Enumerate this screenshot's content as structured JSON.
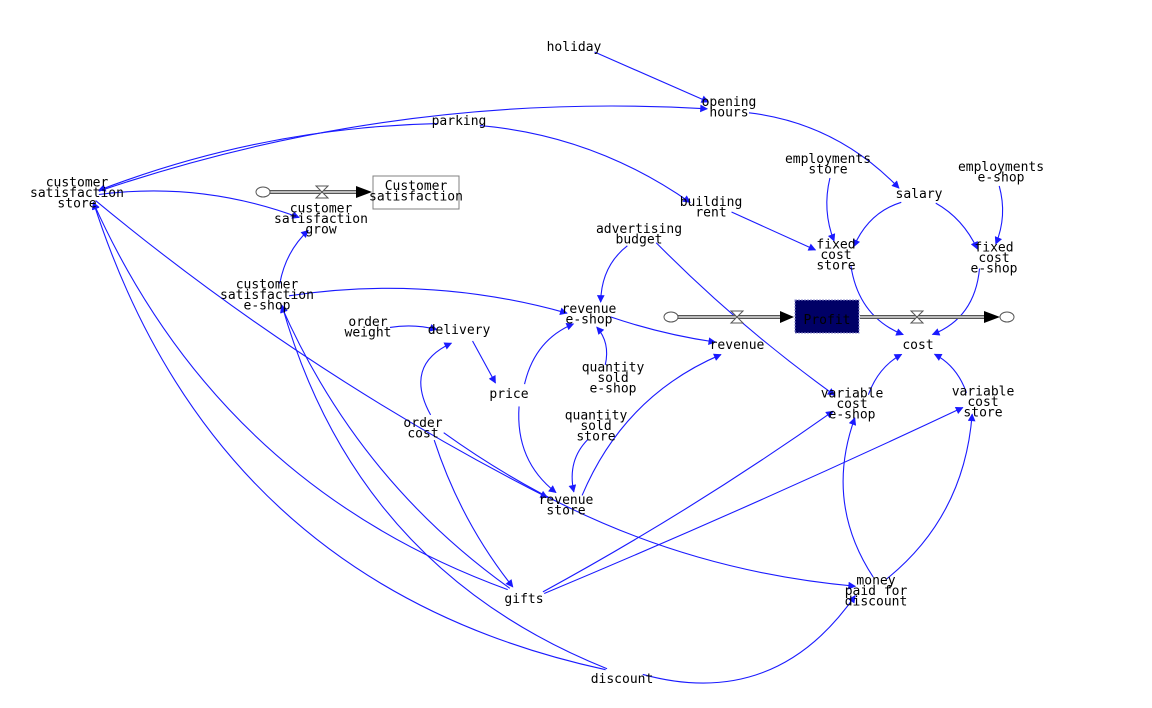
{
  "diagram": {
    "type": "stock-and-flow",
    "colors": {
      "link": "#1a1aff",
      "profit_fill": "#000066",
      "profit_text": "#ffff99",
      "stock_border": "#808080"
    },
    "stocks": [
      {
        "id": "customer_satisfaction",
        "label": "Customer\nsatisfaction"
      },
      {
        "id": "profit",
        "label": "Profit",
        "selected": true
      }
    ],
    "flows": [
      {
        "id": "cs_grow",
        "label": "customer\nsatisfaction\ngrow",
        "to": "customer_satisfaction"
      },
      {
        "id": "revenue",
        "label": "revenue",
        "to": "profit"
      },
      {
        "id": "cost",
        "label": "cost",
        "from": "profit"
      }
    ],
    "variables": [
      {
        "id": "holiday",
        "label": "holiday"
      },
      {
        "id": "opening_hours",
        "label": "opening\nhours"
      },
      {
        "id": "parking",
        "label": "parking"
      },
      {
        "id": "css_store",
        "label": "customer\nsatisfaction\nstore"
      },
      {
        "id": "css_eshop",
        "label": "customer\nsatisfaction\ne-shop"
      },
      {
        "id": "building_rent",
        "label": "building\nrent"
      },
      {
        "id": "employments_store",
        "label": "employments\nstore"
      },
      {
        "id": "salary",
        "label": "salary"
      },
      {
        "id": "employments_eshop",
        "label": "employments\ne-shop"
      },
      {
        "id": "advertising_budget",
        "label": "advertising\nbudget"
      },
      {
        "id": "fixed_cost_store",
        "label": "fixed\ncost\nstore"
      },
      {
        "id": "fixed_cost_eshop",
        "label": "fixed\ncost\ne-shop"
      },
      {
        "id": "order_weight",
        "label": "order\nweight"
      },
      {
        "id": "delivery",
        "label": "delivery"
      },
      {
        "id": "revenue_eshop",
        "label": "revenue\ne-shop"
      },
      {
        "id": "price",
        "label": "price"
      },
      {
        "id": "qty_eshop",
        "label": "quantity\nsold\ne-shop"
      },
      {
        "id": "qty_store",
        "label": "quantity\nsold\nstore"
      },
      {
        "id": "order_cost",
        "label": "order\ncost"
      },
      {
        "id": "revenue_store",
        "label": "revenue\nstore"
      },
      {
        "id": "var_cost_eshop",
        "label": "variable\ncost\ne-shop"
      },
      {
        "id": "var_cost_store",
        "label": "variable\ncost\nstore"
      },
      {
        "id": "gifts",
        "label": "gifts"
      },
      {
        "id": "money_discount",
        "label": "money\npaid for\ndiscount"
      },
      {
        "id": "discount",
        "label": "discount"
      }
    ],
    "links": [
      [
        "holiday",
        "opening_hours"
      ],
      [
        "css_store",
        "opening_hours"
      ],
      [
        "opening_hours",
        "salary"
      ],
      [
        "parking",
        "css_store"
      ],
      [
        "parking",
        "building_rent"
      ],
      [
        "css_store",
        "cs_grow"
      ],
      [
        "css_eshop",
        "cs_grow"
      ],
      [
        "css_eshop",
        "revenue_eshop"
      ],
      [
        "css_store",
        "revenue_store"
      ],
      [
        "building_rent",
        "fixed_cost_store"
      ],
      [
        "employments_store",
        "fixed_cost_store"
      ],
      [
        "salary",
        "fixed_cost_store"
      ],
      [
        "salary",
        "fixed_cost_eshop"
      ],
      [
        "employments_eshop",
        "fixed_cost_eshop"
      ],
      [
        "fixed_cost_store",
        "cost"
      ],
      [
        "fixed_cost_eshop",
        "cost"
      ],
      [
        "advertising_budget",
        "revenue_eshop"
      ],
      [
        "advertising_budget",
        "var_cost_eshop"
      ],
      [
        "order_weight",
        "delivery"
      ],
      [
        "order_cost",
        "delivery"
      ],
      [
        "delivery",
        "price"
      ],
      [
        "price",
        "revenue_eshop"
      ],
      [
        "price",
        "revenue_store"
      ],
      [
        "qty_eshop",
        "revenue_eshop"
      ],
      [
        "qty_store",
        "revenue_store"
      ],
      [
        "revenue_eshop",
        "revenue"
      ],
      [
        "revenue_store",
        "revenue"
      ],
      [
        "order_cost",
        "gifts"
      ],
      [
        "order_cost",
        "money_discount"
      ],
      [
        "gifts",
        "css_store"
      ],
      [
        "gifts",
        "css_eshop"
      ],
      [
        "gifts",
        "var_cost_eshop"
      ],
      [
        "gifts",
        "var_cost_store"
      ],
      [
        "discount",
        "css_store"
      ],
      [
        "discount",
        "css_eshop"
      ],
      [
        "discount",
        "money_discount"
      ],
      [
        "money_discount",
        "var_cost_eshop"
      ],
      [
        "money_discount",
        "var_cost_store"
      ],
      [
        "var_cost_eshop",
        "cost"
      ],
      [
        "var_cost_store",
        "cost"
      ]
    ]
  }
}
